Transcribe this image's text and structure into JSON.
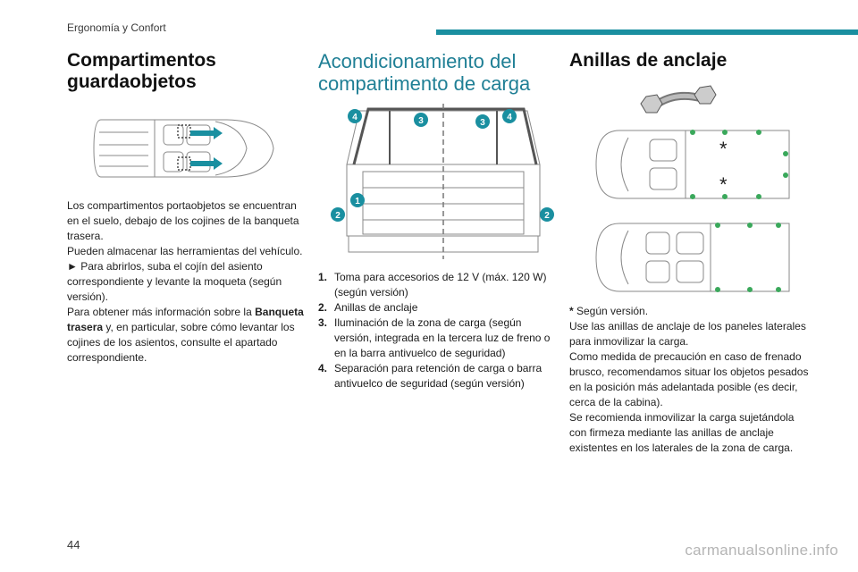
{
  "header": {
    "section": "Ergonomía y Confort",
    "accent_color": "#1a8fa0"
  },
  "col1": {
    "title": "Compartimentos guardaobjetos",
    "paragraphs": [
      "Los compartimentos portaobjetos se encuentran en el suelo, debajo de los cojines de la banqueta trasera.",
      "Pueden almacenar las herramientas del vehículo.",
      "► Para abrirlos, suba el cojín del asiento correspondiente y levante la moqueta (según versión)."
    ],
    "info_prefix": "Para obtener más información sobre la ",
    "info_bold": "Banqueta trasera",
    "info_suffix": " y, en particular, sobre cómo levantar los cojines de los asientos, consulte el apartado correspondiente."
  },
  "col2": {
    "title": "Acondicionamiento del compartimento de carga",
    "badges": [
      "1",
      "2",
      "2",
      "3",
      "3",
      "4",
      "4"
    ],
    "legend": [
      {
        "num": "1.",
        "text": "Toma para accesorios de 12 V (máx. 120 W) (según versión)"
      },
      {
        "num": "2.",
        "text": "Anillas de anclaje"
      },
      {
        "num": "3.",
        "text": "Iluminación de la zona de carga (según versión, integrada en la tercera luz de freno o en la barra antivuelco de seguridad)"
      },
      {
        "num": "4.",
        "text": "Separación para retención de carga o barra antivuelco de seguridad (según versión)"
      }
    ]
  },
  "col3": {
    "title": "Anillas de anclaje",
    "asterisk": "*",
    "footnote_star": "*",
    "footnote": " Según versión.",
    "paragraphs": [
      "Use las anillas de anclaje de los paneles laterales para inmovilizar la carga.",
      "Como medida de precaución en caso de frenado brusco, recomendamos situar los objetos pesados en la posición más adelantada posible (es decir, cerca de la cabina).",
      "Se recomienda inmovilizar la carga sujetándola con firmeza mediante las anillas de anclaje existentes en los laterales de la zona de carga."
    ]
  },
  "footer": {
    "page_number": "44",
    "watermark": "carmanualsonline.info"
  }
}
